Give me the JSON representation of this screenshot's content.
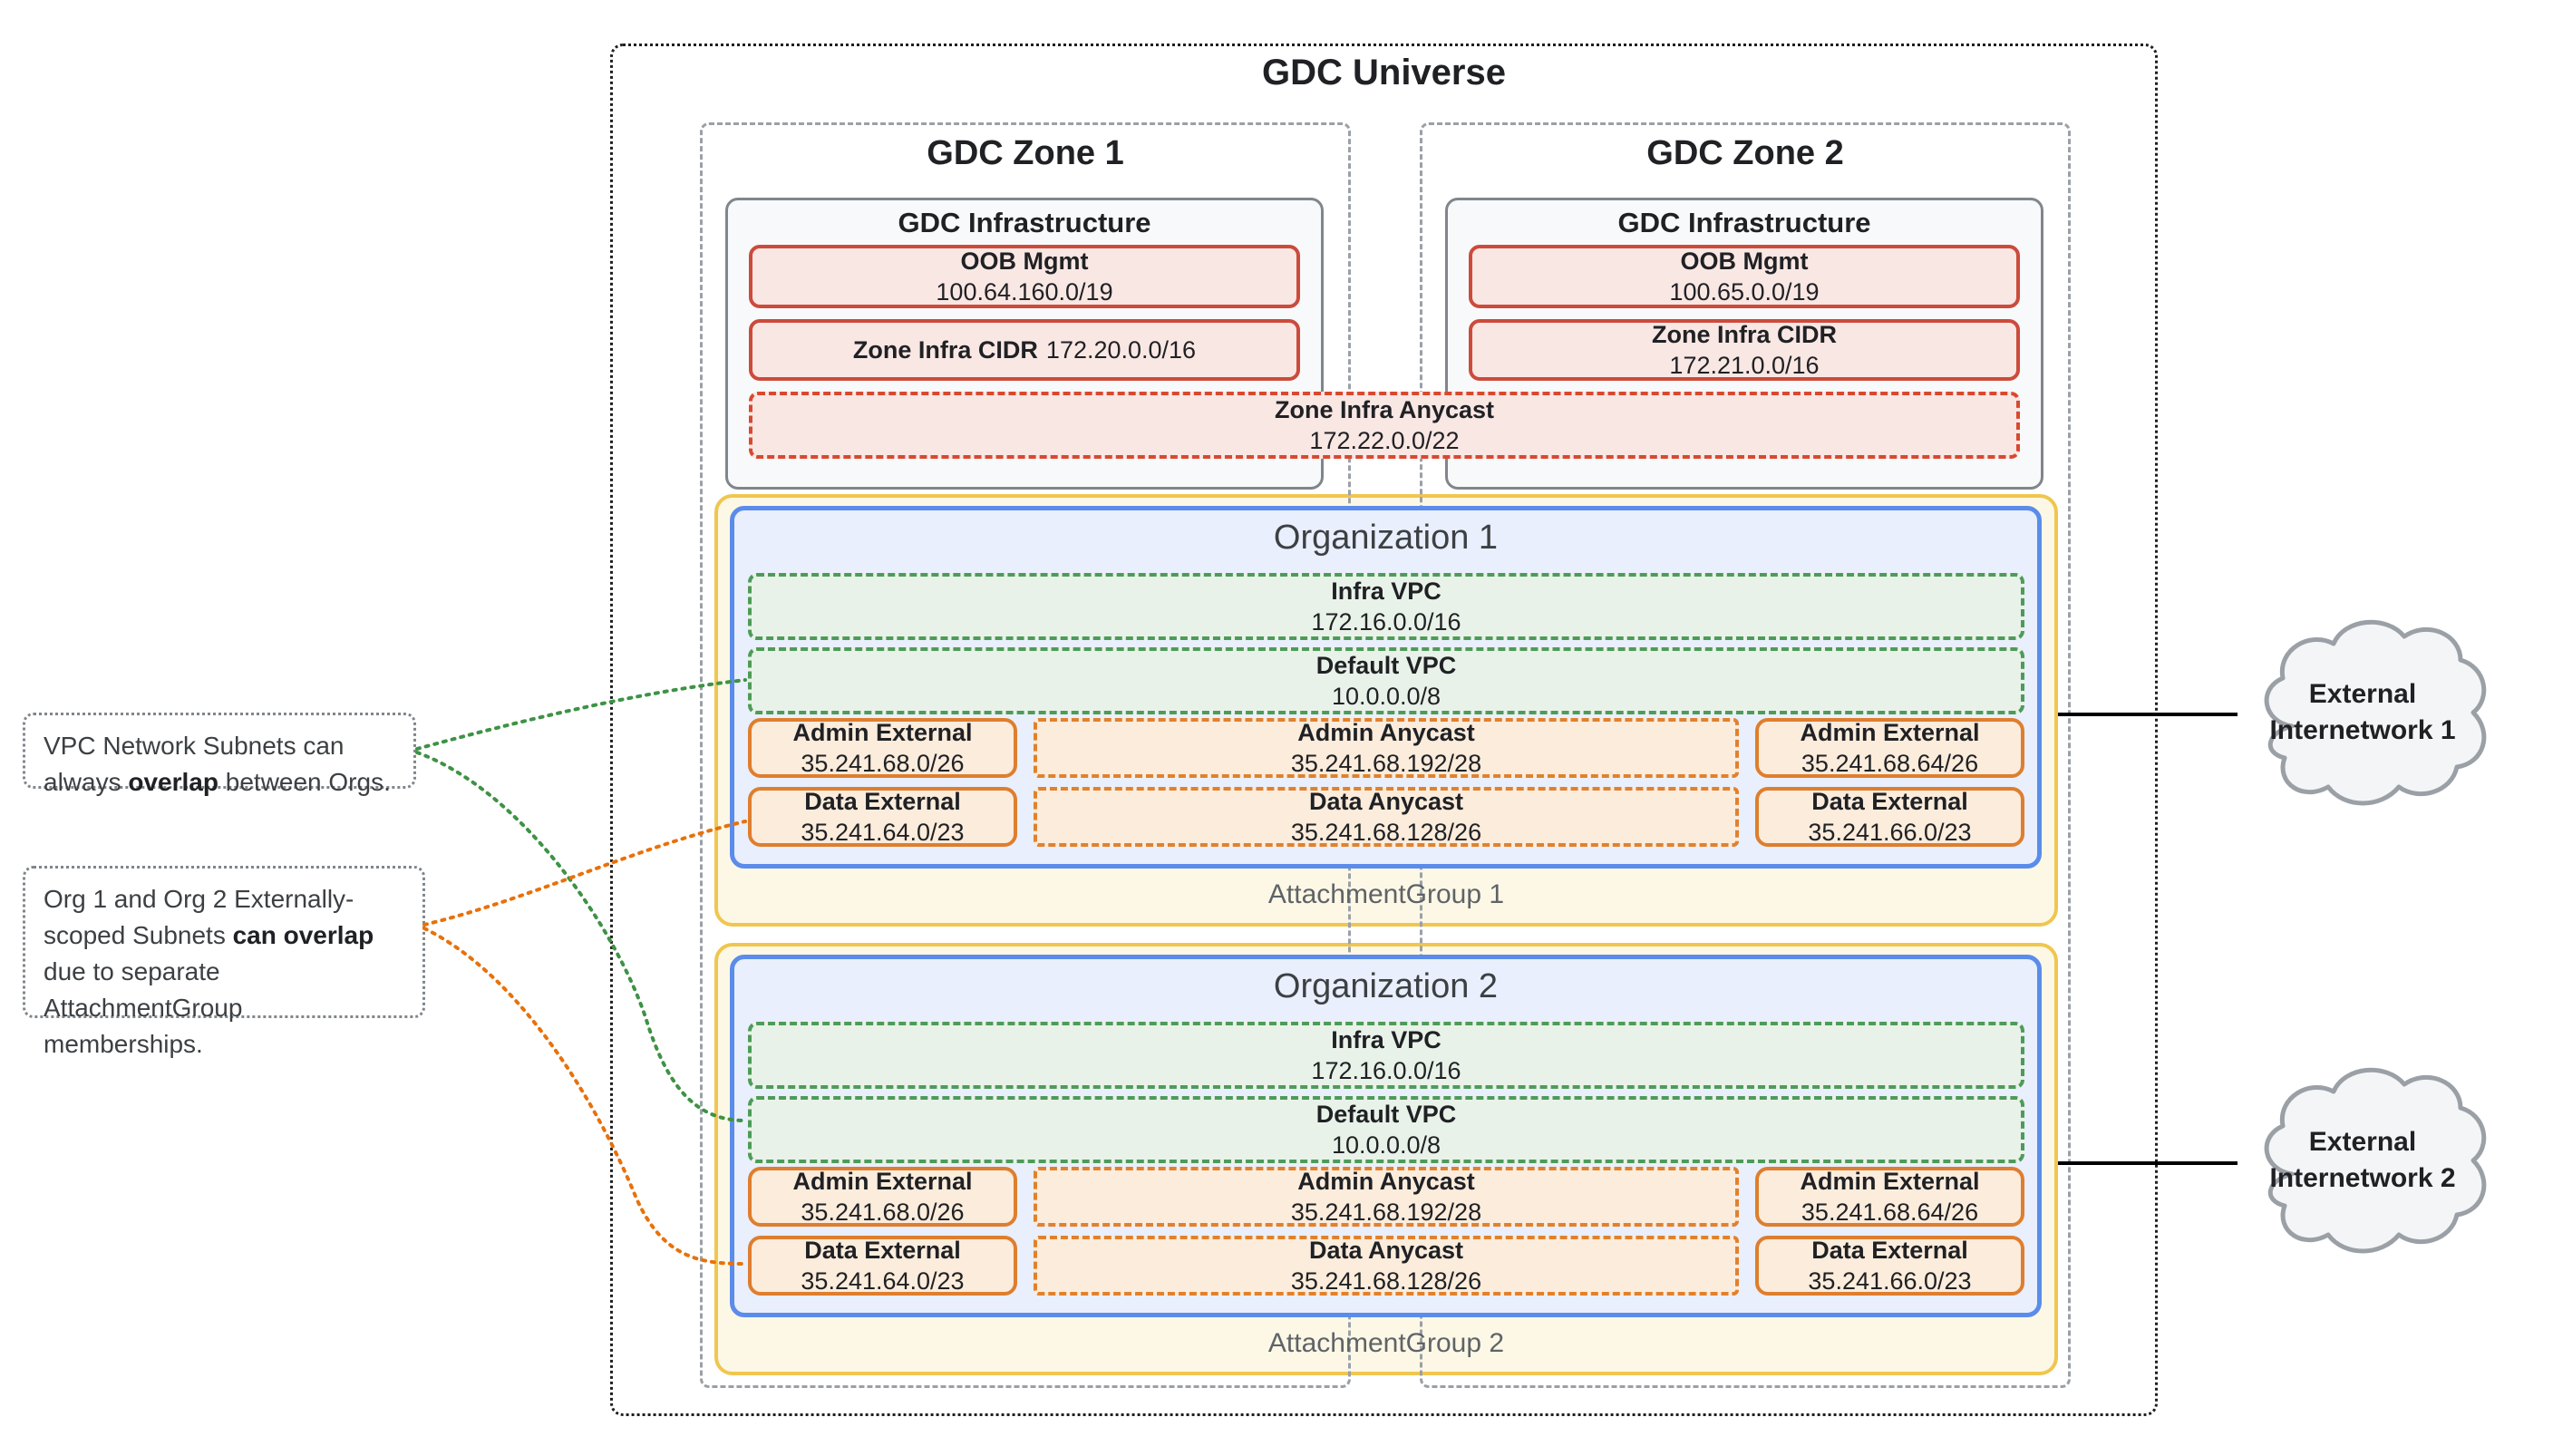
{
  "universe": {
    "title": "GDC Universe"
  },
  "zones": [
    {
      "title": "GDC Zone 1",
      "infra_title": "GDC Infrastructure",
      "oob": {
        "label": "OOB Mgmt",
        "cidr": "100.64.160.0/19"
      },
      "cidr": {
        "label": "Zone Infra CIDR",
        "value": "172.20.0.0/16"
      }
    },
    {
      "title": "GDC Zone 2",
      "infra_title": "GDC Infrastructure",
      "oob": {
        "label": "OOB Mgmt",
        "cidr": "100.65.0.0/19"
      },
      "cidr": {
        "label": "Zone Infra CIDR",
        "value": "172.21.0.0/16"
      }
    }
  ],
  "anycast": {
    "label": "Zone Infra Anycast",
    "value": "172.22.0.0/22"
  },
  "attachment_groups": [
    {
      "label": "AttachmentGroup 1",
      "org": {
        "title": "Organization 1",
        "vpcs": [
          {
            "label": "Infra VPC",
            "cidr": "172.16.0.0/16"
          },
          {
            "label": "Default VPC",
            "cidr": "10.0.0.0/8"
          }
        ],
        "subnets": [
          [
            {
              "label": "Admin External",
              "cidr": "35.241.68.0/26",
              "style": "solid"
            },
            {
              "label": "Admin Anycast",
              "cidr": "35.241.68.192/28",
              "style": "dashed"
            },
            {
              "label": "Admin External",
              "cidr": "35.241.68.64/26",
              "style": "solid"
            }
          ],
          [
            {
              "label": "Data External",
              "cidr": "35.241.64.0/23",
              "style": "solid"
            },
            {
              "label": "Data Anycast",
              "cidr": "35.241.68.128/26",
              "style": "dashed"
            },
            {
              "label": "Data External",
              "cidr": "35.241.66.0/23",
              "style": "solid"
            }
          ]
        ]
      }
    },
    {
      "label": "AttachmentGroup 2",
      "org": {
        "title": "Organization 2",
        "vpcs": [
          {
            "label": "Infra VPC",
            "cidr": "172.16.0.0/16"
          },
          {
            "label": "Default VPC",
            "cidr": "10.0.0.0/8"
          }
        ],
        "subnets": [
          [
            {
              "label": "Admin External",
              "cidr": "35.241.68.0/26",
              "style": "solid"
            },
            {
              "label": "Admin Anycast",
              "cidr": "35.241.68.192/28",
              "style": "dashed"
            },
            {
              "label": "Admin External",
              "cidr": "35.241.68.64/26",
              "style": "solid"
            }
          ],
          [
            {
              "label": "Data External",
              "cidr": "35.241.64.0/23",
              "style": "solid"
            },
            {
              "label": "Data Anycast",
              "cidr": "35.241.68.128/26",
              "style": "dashed"
            },
            {
              "label": "Data External",
              "cidr": "35.241.66.0/23",
              "style": "solid"
            }
          ]
        ]
      }
    }
  ],
  "notes": [
    {
      "segments": [
        {
          "text": "VPC Network Subnets can always "
        },
        {
          "text": "overlap"
        },
        {
          "text": " between Orgs."
        }
      ]
    },
    {
      "segments": [
        {
          "text": "Org 1 and Org 2 Externally-scoped Subnets "
        },
        {
          "text": "can overlap"
        },
        {
          "text": " due to separate AttachmentGroup memberships."
        }
      ]
    }
  ],
  "clouds": [
    {
      "lines": [
        "External",
        "Internetwork 1"
      ]
    },
    {
      "lines": [
        "External",
        "Internetwork 2"
      ]
    }
  ],
  "colors": {
    "universe_border": "#1F1F1F",
    "zone_border": "#9AA0A6",
    "infra_fill": "#F8F9FA",
    "infra_border": "#80868B",
    "red_fill": "#F9E7E4",
    "red_border": "#CC4B3B",
    "red_dashed_border": "#D8492F",
    "green_fill": "#E8F2E9",
    "green_border": "#4E9B58",
    "blue_fill": "#E9EFFC",
    "blue_border": "#5B8CEB",
    "yellow_fill": "#FDF8E5",
    "yellow_border": "#F0C64F",
    "orange_fill": "#FBECDC",
    "orange_border": "#DE7E2E",
    "cloud_fill": "#F3F5F7",
    "cloud_border": "#9AA0A6",
    "ag_label_text": "#5F6368",
    "connector_green": "#3E9245",
    "connector_orange": "#E8710A",
    "connector_black": "#000000"
  }
}
